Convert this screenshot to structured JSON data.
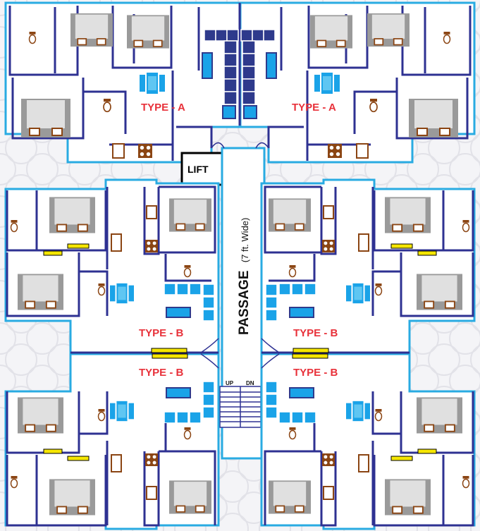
{
  "labels": {
    "type_a_left": "TYPE - A",
    "type_a_right": "TYPE - A",
    "type_b_1": "TYPE - B",
    "type_b_2": "TYPE - B",
    "type_b_3": "TYPE - B",
    "type_b_4": "TYPE - B",
    "lift": "LIFT",
    "passage": "PASSAGE",
    "passage_width": "(7 ft. Wide)",
    "stair_up": "UP",
    "stair_down": "DN"
  },
  "colors": {
    "wall": "#2e3192",
    "outer_wall": "#29abe2",
    "furniture_blue": "#1aa3e8",
    "furniture_dark": "#2e3a8c",
    "wood": "#8b4513",
    "label_red": "#e8313a",
    "bed_gray": "#d9d9d9",
    "yellow": "#f5e600"
  }
}
